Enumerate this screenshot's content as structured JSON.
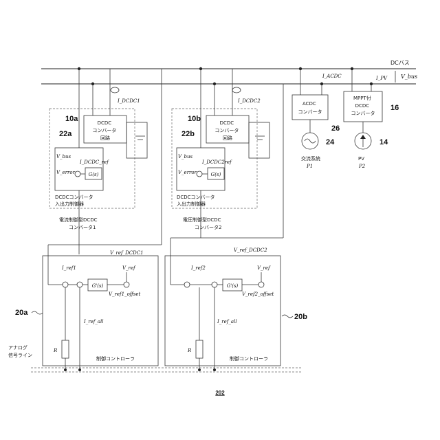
{
  "bus": {
    "label": "DCバス",
    "v_bus": "V_bus"
  },
  "currents": {
    "i_acdc": "I_ACDC",
    "i_pv": "I_PV",
    "i_dcdc1": "I_DCDC1",
    "i_dcdc2": "I_DCDC2"
  },
  "ref_numbers": {
    "n10a": "10a",
    "n10b": "10b",
    "n22a": "22a",
    "n22b": "22b",
    "n16": "16",
    "n26": "26",
    "n24": "24",
    "n14": "14",
    "n20a": "20a",
    "n20b": "20b",
    "figure": "202"
  },
  "blocks": {
    "dcdc_circuit": "DCDC\nコンバータ\n回路",
    "io_controller": "DCDCコンバータ\n入出力制御器",
    "acdc": "ACDC\nコンバータ",
    "mppt": "MPPT付\nDCDC\nコンバータ",
    "current_ctrl_conv": "電流制御型DCDC\nコンバータ1",
    "voltage_ctrl_conv": "電圧制御型DCDC\nコンバータ2",
    "controller": "制御コントローラ",
    "g": "G(s)",
    "g_prime": "G'(s)"
  },
  "sources": {
    "ac": "交流系統",
    "p1": "P1",
    "pv": "PV",
    "p2": "P2"
  },
  "signals": {
    "v_bus": "V_bus",
    "v_error": "V_error",
    "i_ref_a": "I_DCDC_ref",
    "i_ref_b": "I_DCDC2ref",
    "v_ref_dcdc1": "V_ref_DCDC1",
    "v_ref_dcdc2": "V_ref_DCDC2",
    "i_ref1": "I_ref1",
    "i_ref2": "I_ref2",
    "v_ref": "V_ref",
    "v_ref1_offset": "V_ref1_offset",
    "v_ref2_offset": "V_ref2_offset",
    "i_ref_all": "I_ref_all",
    "r": "R"
  },
  "analog_line": "アナログ\n信号ライン"
}
